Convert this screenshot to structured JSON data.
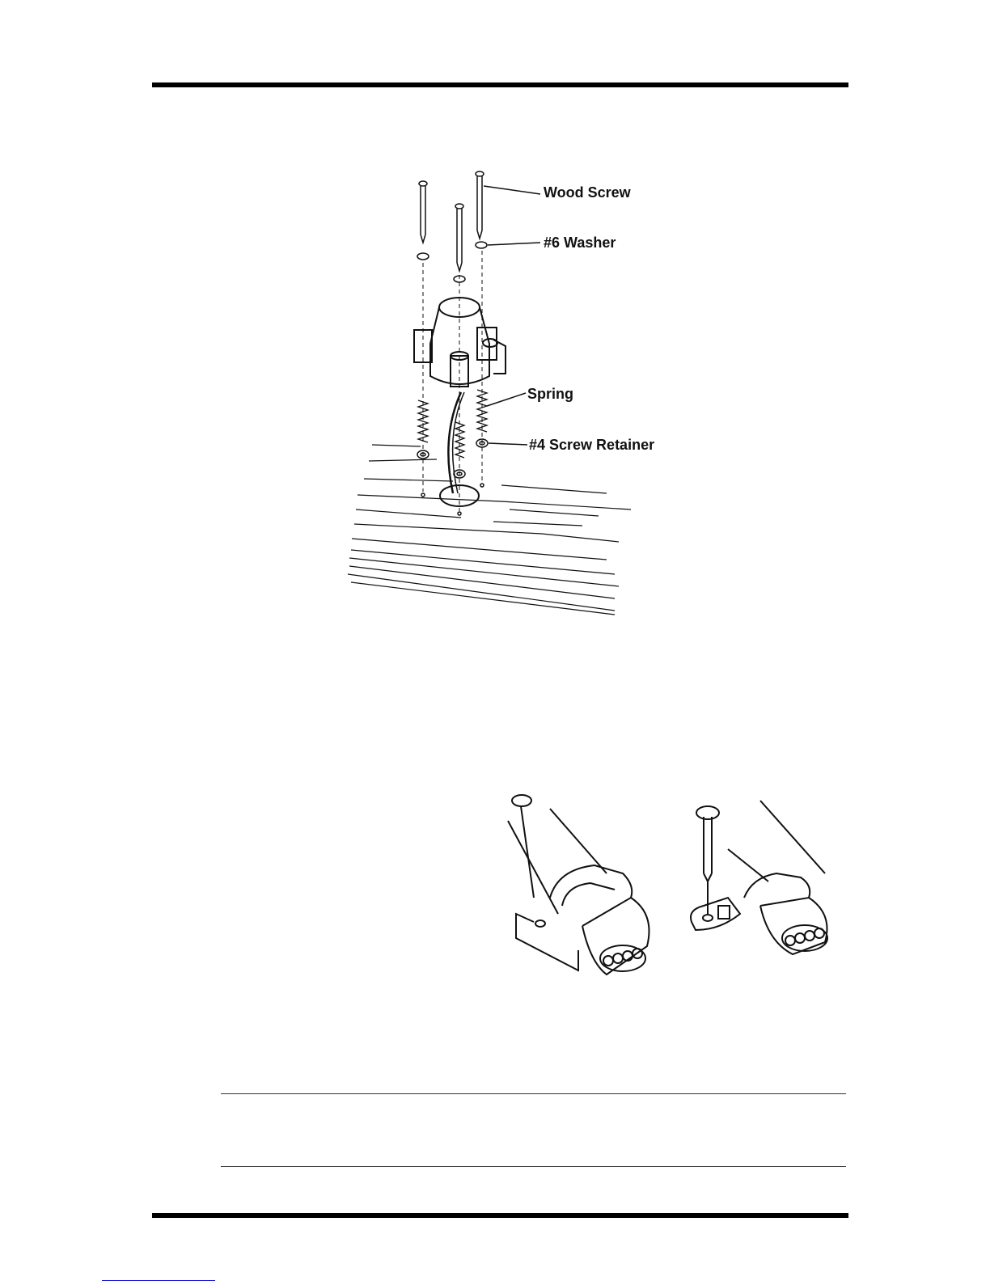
{
  "figure1": {
    "labels": {
      "wood_screw": "Wood Screw",
      "washer": "#6 Washer",
      "spring": "Spring",
      "screw_retainer": "#4 Screw Retainer"
    }
  },
  "figure2": {
    "left_clip": "nail-fastened-cable-clip",
    "right_clip": "screw-fastened-cable-clip"
  }
}
